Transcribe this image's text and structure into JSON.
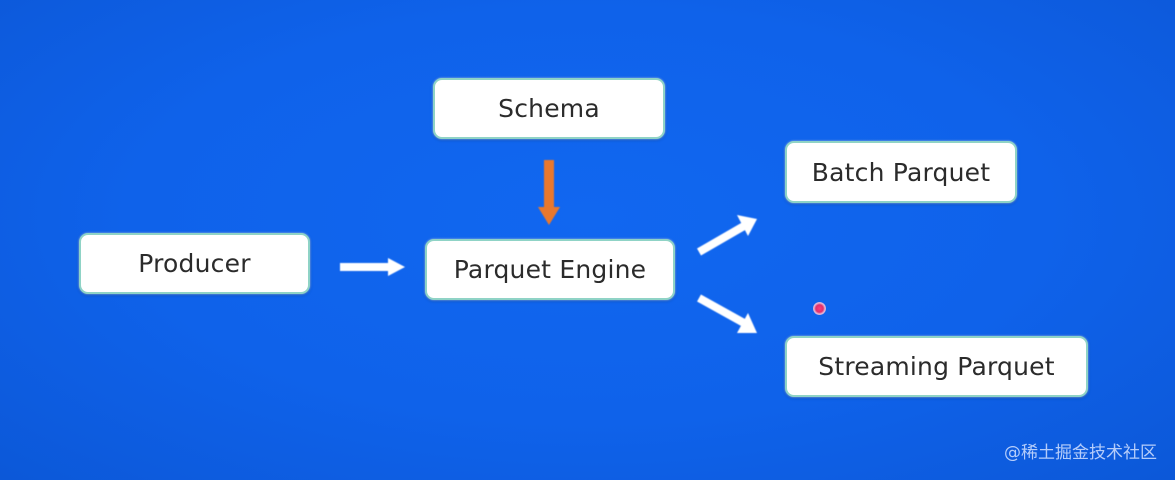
{
  "diagram": {
    "background_color": "#0f62ea",
    "nodes": {
      "schema": "Schema",
      "producer": "Producer",
      "engine": "Parquet Engine",
      "batch": "Batch Parquet",
      "streaming": "Streaming Parquet"
    },
    "edges": [
      {
        "from": "producer",
        "to": "engine",
        "color": "#ffffff"
      },
      {
        "from": "schema",
        "to": "engine",
        "color": "#e8782e"
      },
      {
        "from": "engine",
        "to": "batch",
        "color": "#ffffff"
      },
      {
        "from": "engine",
        "to": "streaming",
        "color": "#ffffff"
      }
    ]
  },
  "watermark": "@稀土掘金技术社区"
}
